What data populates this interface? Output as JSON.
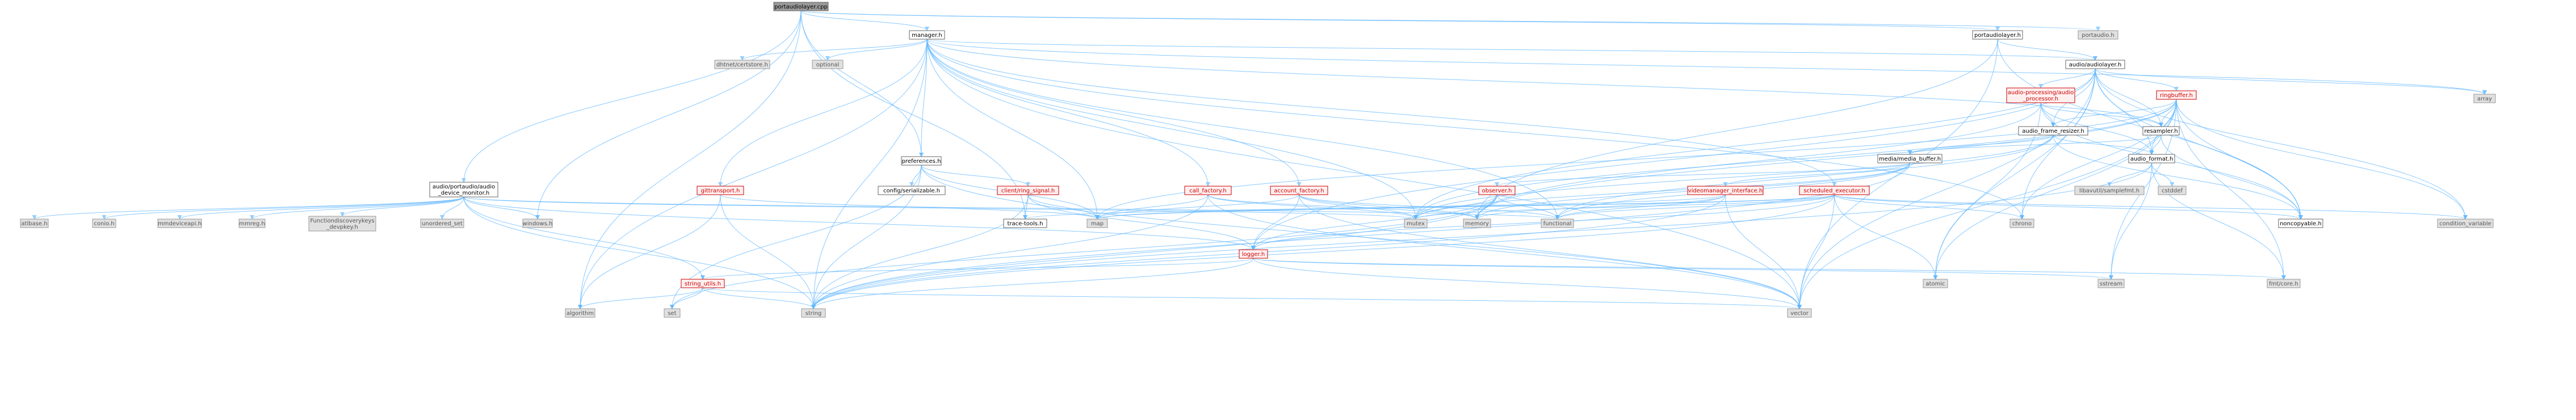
{
  "colors": {
    "edge": "#63b8ff",
    "root_fill": "#999999",
    "local_fill": "#ffffff",
    "system_fill": "#e0e0e0",
    "incomplete_border": "#cc0000"
  },
  "nodes": [
    {
      "id": "root",
      "label": "portaudiolayer.cpp",
      "kind": "root"
    },
    {
      "id": "manager",
      "label": "manager.h",
      "kind": "local"
    },
    {
      "id": "portaudiolayer_h",
      "label": "portaudiolayer.h",
      "kind": "local"
    },
    {
      "id": "portaudio_h",
      "label": "portaudio.h",
      "kind": "sys"
    },
    {
      "id": "dhtcert",
      "label": "dhtnet/certstore.h",
      "kind": "sys"
    },
    {
      "id": "optional",
      "label": "optional",
      "kind": "sys"
    },
    {
      "id": "audiolayer",
      "label": "audio/audiolayer.h",
      "kind": "local"
    },
    {
      "id": "array",
      "label": "array",
      "kind": "sys"
    },
    {
      "id": "audio_processor",
      "label_lines": [
        "audio-processing/audio",
        "_processor.h"
      ],
      "kind": "red"
    },
    {
      "id": "ringbuffer",
      "label": "ringbuffer.h",
      "kind": "red"
    },
    {
      "id": "audio_frame_resizer",
      "label": "audio_frame_resizer.h",
      "kind": "local"
    },
    {
      "id": "resampler",
      "label": "resampler.h",
      "kind": "local"
    },
    {
      "id": "media_buffer",
      "label": "media/media_buffer.h",
      "kind": "local"
    },
    {
      "id": "audio_format",
      "label": "audio_format.h",
      "kind": "local"
    },
    {
      "id": "preferences",
      "label": "preferences.h",
      "kind": "local"
    },
    {
      "id": "config_serial",
      "label": "config/serializable.h",
      "kind": "local"
    },
    {
      "id": "libavutil",
      "label": "libavutil/samplefmt.h",
      "kind": "sys"
    },
    {
      "id": "cstddef",
      "label": "cstddef",
      "kind": "sys"
    },
    {
      "id": "audio_device_monitor",
      "label_lines": [
        "audio/portaudio/audio",
        "_device_monitor.h"
      ],
      "kind": "local"
    },
    {
      "id": "gittransport",
      "label": "gittransport.h",
      "kind": "red"
    },
    {
      "id": "client_ring_signal",
      "label": "client/ring_signal.h",
      "kind": "red"
    },
    {
      "id": "call_factory",
      "label": "call_factory.h",
      "kind": "red"
    },
    {
      "id": "account_factory",
      "label": "account_factory.h",
      "kind": "red"
    },
    {
      "id": "observer",
      "label": "observer.h",
      "kind": "red"
    },
    {
      "id": "videomanager",
      "label": "videomanager_interface.h",
      "kind": "red"
    },
    {
      "id": "scheduled_executor",
      "label": "scheduled_executor.h",
      "kind": "red"
    },
    {
      "id": "atlbase",
      "label": "atlbase.h",
      "kind": "sys"
    },
    {
      "id": "conio",
      "label": "conio.h",
      "kind": "sys"
    },
    {
      "id": "mmdeviceapi",
      "label": "mmdeviceapi.h",
      "kind": "sys"
    },
    {
      "id": "mmreg",
      "label": "mmreg.h",
      "kind": "sys"
    },
    {
      "id": "functiondisc",
      "label_lines": [
        "Functiondiscoverykeys",
        "_devpkey.h"
      ],
      "kind": "sys"
    },
    {
      "id": "unordered_set",
      "label": "unordered_set",
      "kind": "sys"
    },
    {
      "id": "windows",
      "label": "windows.h",
      "kind": "sys"
    },
    {
      "id": "trace_tools",
      "label": "trace-tools.h",
      "kind": "local"
    },
    {
      "id": "map",
      "label": "map",
      "kind": "sys"
    },
    {
      "id": "mutex",
      "label": "mutex",
      "kind": "sys"
    },
    {
      "id": "memory",
      "label": "memory",
      "kind": "sys"
    },
    {
      "id": "functional",
      "label": "functional",
      "kind": "sys"
    },
    {
      "id": "chrono",
      "label": "chrono",
      "kind": "sys"
    },
    {
      "id": "noncopyable",
      "label": "noncopyable.h",
      "kind": "local"
    },
    {
      "id": "condition_variable",
      "label": "condition_variable",
      "kind": "sys"
    },
    {
      "id": "logger",
      "label": "logger.h",
      "kind": "red"
    },
    {
      "id": "string_utils",
      "label": "string_utils.h",
      "kind": "red"
    },
    {
      "id": "atomic",
      "label": "atomic",
      "kind": "sys"
    },
    {
      "id": "sstream",
      "label": "sstream",
      "kind": "sys"
    },
    {
      "id": "fmt_core",
      "label": "fmt/core.h",
      "kind": "sys"
    },
    {
      "id": "algorithm",
      "label": "algorithm",
      "kind": "sys"
    },
    {
      "id": "set",
      "label": "set",
      "kind": "sys"
    },
    {
      "id": "string",
      "label": "string",
      "kind": "sys"
    },
    {
      "id": "vector",
      "label": "vector",
      "kind": "sys"
    }
  ],
  "edges": [
    [
      "root",
      "manager"
    ],
    [
      "root",
      "portaudiolayer_h"
    ],
    [
      "root",
      "portaudio_h"
    ],
    [
      "root",
      "audio_device_monitor"
    ],
    [
      "root",
      "preferences"
    ],
    [
      "root",
      "windows"
    ],
    [
      "root",
      "algorithm"
    ],
    [
      "root",
      "trace_tools"
    ],
    [
      "manager",
      "dhtcert"
    ],
    [
      "manager",
      "optional"
    ],
    [
      "manager",
      "audiolayer"
    ],
    [
      "manager",
      "preferences"
    ],
    [
      "manager",
      "gittransport"
    ],
    [
      "manager",
      "call_factory"
    ],
    [
      "manager",
      "account_factory"
    ],
    [
      "manager",
      "scheduled_executor"
    ],
    [
      "manager",
      "map"
    ],
    [
      "manager",
      "mutex"
    ],
    [
      "manager",
      "functional"
    ],
    [
      "manager",
      "string"
    ],
    [
      "manager",
      "vector"
    ],
    [
      "manager",
      "algorithm"
    ],
    [
      "manager",
      "array"
    ],
    [
      "manager",
      "chrono"
    ],
    [
      "manager",
      "resampler"
    ],
    [
      "portaudiolayer_h",
      "audiolayer"
    ],
    [
      "portaudiolayer_h",
      "noncopyable"
    ],
    [
      "portaudiolayer_h",
      "vector"
    ],
    [
      "portaudiolayer_h",
      "memory"
    ],
    [
      "audiolayer",
      "audio_processor"
    ],
    [
      "audiolayer",
      "ringbuffer"
    ],
    [
      "audiolayer",
      "array"
    ],
    [
      "audiolayer",
      "noncopyable"
    ],
    [
      "audiolayer",
      "condition_variable"
    ],
    [
      "audiolayer",
      "atomic"
    ],
    [
      "audiolayer",
      "chrono"
    ],
    [
      "audiolayer",
      "vector"
    ],
    [
      "audiolayer",
      "mutex"
    ],
    [
      "audiolayer",
      "logger"
    ],
    [
      "audiolayer",
      "audio_frame_resizer"
    ],
    [
      "audiolayer",
      "resampler"
    ],
    [
      "audiolayer",
      "audio_format"
    ],
    [
      "audio_processor",
      "audio_frame_resizer"
    ],
    [
      "audio_processor",
      "resampler"
    ],
    [
      "audio_processor",
      "audio_format"
    ],
    [
      "audio_processor",
      "atomic"
    ],
    [
      "audio_processor",
      "memory"
    ],
    [
      "audio_processor",
      "noncopyable"
    ],
    [
      "ringbuffer",
      "audio_format"
    ],
    [
      "ringbuffer",
      "resampler"
    ],
    [
      "ringbuffer",
      "audio_frame_resizer"
    ],
    [
      "ringbuffer",
      "noncopyable"
    ],
    [
      "ringbuffer",
      "condition_variable"
    ],
    [
      "ringbuffer",
      "chrono"
    ],
    [
      "ringbuffer",
      "map"
    ],
    [
      "ringbuffer",
      "mutex"
    ],
    [
      "ringbuffer",
      "vector"
    ],
    [
      "ringbuffer",
      "fmt_core"
    ],
    [
      "ringbuffer",
      "atomic"
    ],
    [
      "ringbuffer",
      "memory"
    ],
    [
      "ringbuffer",
      "sstream"
    ],
    [
      "audio_frame_resizer",
      "media_buffer"
    ],
    [
      "audio_frame_resizer",
      "audio_format"
    ],
    [
      "audio_frame_resizer",
      "noncopyable"
    ],
    [
      "audio_frame_resizer",
      "functional"
    ],
    [
      "audio_frame_resizer",
      "mutex"
    ],
    [
      "resampler",
      "media_buffer"
    ],
    [
      "resampler",
      "audio_format"
    ],
    [
      "resampler",
      "noncopyable"
    ],
    [
      "media_buffer",
      "observer"
    ],
    [
      "media_buffer",
      "videomanager"
    ],
    [
      "media_buffer",
      "memory"
    ],
    [
      "media_buffer",
      "functional"
    ],
    [
      "media_buffer",
      "mutex"
    ],
    [
      "media_buffer",
      "string"
    ],
    [
      "audio_format",
      "libavutil"
    ],
    [
      "audio_format",
      "cstddef"
    ],
    [
      "audio_format",
      "fmt_core"
    ],
    [
      "audio_format",
      "sstream"
    ],
    [
      "audio_format",
      "string"
    ],
    [
      "preferences",
      "config_serial"
    ],
    [
      "preferences",
      "client_ring_signal"
    ],
    [
      "preferences",
      "map"
    ],
    [
      "preferences",
      "set"
    ],
    [
      "preferences",
      "string"
    ],
    [
      "preferences",
      "vector"
    ],
    [
      "audio_device_monitor",
      "atlbase"
    ],
    [
      "audio_device_monitor",
      "conio"
    ],
    [
      "audio_device_monitor",
      "mmdeviceapi"
    ],
    [
      "audio_device_monitor",
      "mmreg"
    ],
    [
      "audio_device_monitor",
      "functiondisc"
    ],
    [
      "audio_device_monitor",
      "unordered_set"
    ],
    [
      "audio_device_monitor",
      "windows"
    ],
    [
      "audio_device_monitor",
      "string_utils"
    ],
    [
      "audio_device_monitor",
      "logger"
    ],
    [
      "audio_device_monitor",
      "mutex"
    ],
    [
      "audio_device_monitor",
      "functional"
    ],
    [
      "audio_device_monitor",
      "string"
    ],
    [
      "gittransport",
      "algorithm"
    ],
    [
      "gittransport",
      "string"
    ],
    [
      "gittransport",
      "map"
    ],
    [
      "client_ring_signal",
      "trace_tools"
    ],
    [
      "client_ring_signal",
      "map"
    ],
    [
      "client_ring_signal",
      "string"
    ],
    [
      "client_ring_signal",
      "logger"
    ],
    [
      "call_factory",
      "map"
    ],
    [
      "call_factory",
      "memory"
    ],
    [
      "call_factory",
      "mutex"
    ],
    [
      "call_factory",
      "vector"
    ],
    [
      "call_factory",
      "string"
    ],
    [
      "account_factory",
      "map"
    ],
    [
      "account_factory",
      "memory"
    ],
    [
      "account_factory",
      "mutex"
    ],
    [
      "account_factory",
      "vector"
    ],
    [
      "account_factory",
      "functional"
    ],
    [
      "account_factory",
      "logger"
    ],
    [
      "observer",
      "memory"
    ],
    [
      "observer",
      "mutex"
    ],
    [
      "observer",
      "functional"
    ],
    [
      "observer",
      "set"
    ],
    [
      "observer",
      "logger"
    ],
    [
      "observer",
      "string"
    ],
    [
      "videomanager",
      "map"
    ],
    [
      "videomanager",
      "memory"
    ],
    [
      "videomanager",
      "functional"
    ],
    [
      "videomanager",
      "vector"
    ],
    [
      "videomanager",
      "string"
    ],
    [
      "scheduled_executor",
      "chrono"
    ],
    [
      "scheduled_executor",
      "condition_variable"
    ],
    [
      "scheduled_executor",
      "map"
    ],
    [
      "scheduled_executor",
      "mutex"
    ],
    [
      "scheduled_executor",
      "functional"
    ],
    [
      "scheduled_executor",
      "atomic"
    ],
    [
      "scheduled_executor",
      "vector"
    ],
    [
      "scheduled_executor",
      "noncopyable"
    ],
    [
      "scheduled_executor",
      "logger"
    ],
    [
      "scheduled_executor",
      "string"
    ],
    [
      "scheduled_executor",
      "trace_tools"
    ],
    [
      "logger",
      "sstream"
    ],
    [
      "logger",
      "string"
    ],
    [
      "logger",
      "vector"
    ],
    [
      "logger",
      "fmt_core"
    ],
    [
      "logger",
      "string_utils"
    ],
    [
      "string_utils",
      "set"
    ],
    [
      "string_utils",
      "string"
    ],
    [
      "string_utils",
      "vector"
    ],
    [
      "string_utils",
      "algorithm"
    ]
  ]
}
